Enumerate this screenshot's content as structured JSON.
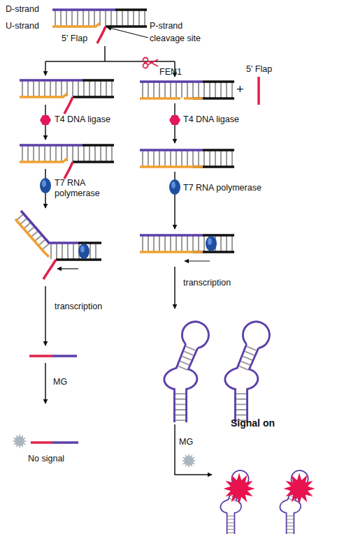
{
  "diagram": {
    "labels": [
      "D-strand",
      "U-strand",
      "P-strand",
      "cleavage site",
      "5' Flap",
      "FEN1",
      "T4 DNA ligase",
      "T4 DNA ligase",
      "5' Flap",
      "+",
      "T7 RNA polymerase",
      "T7 RNA polymerase",
      "transcription",
      "transcription",
      "MG",
      "MG",
      "No signal",
      "Signal on"
    ]
  }
}
